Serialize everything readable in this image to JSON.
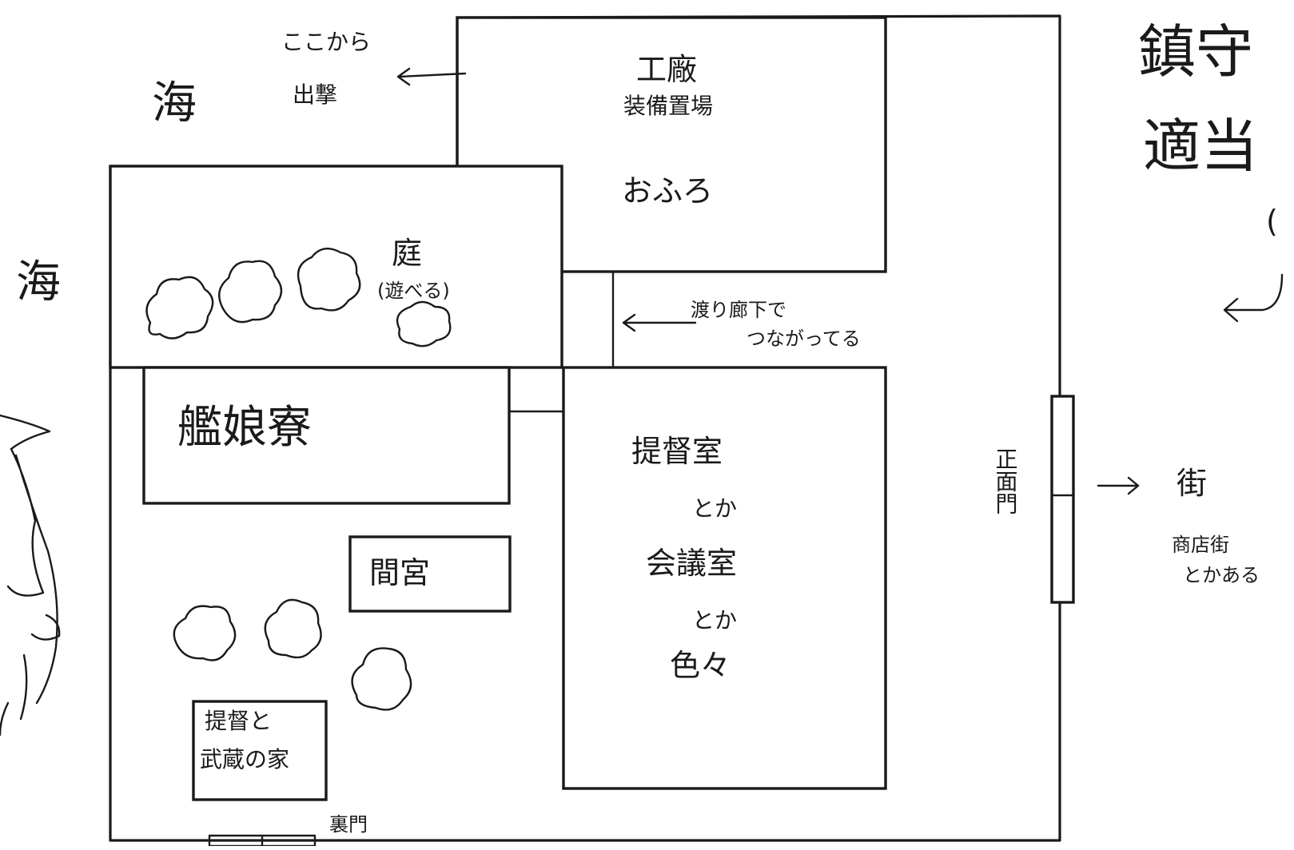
{
  "labels": {
    "sea_top": "海",
    "sea_left": "海",
    "sortie_line1": "ここから",
    "sortie_line2": "出撃",
    "factory_line1": "工廠",
    "factory_line2": "装備置場",
    "bath": "おふろ",
    "garden_line1": "庭",
    "garden_line2": "(遊べる)",
    "corridor_line1": "渡り廊下で",
    "corridor_line2": "つながってる",
    "dorm": "艦娘寮",
    "office_line1": "提督室",
    "office_line2": "とか",
    "office_line3": "会議室",
    "office_line4": "とか",
    "office_line5": "色々",
    "mamiya": "間宮",
    "house_line1": "提督と",
    "house_line2": "武蔵の家",
    "back_gate": "裏門",
    "main_gate": "正面門",
    "town_line1": "街",
    "town_line2": "商店街",
    "town_line3": "とかある",
    "title_line1": "鎮守",
    "title_line2": "適当",
    "title_paren": "("
  }
}
